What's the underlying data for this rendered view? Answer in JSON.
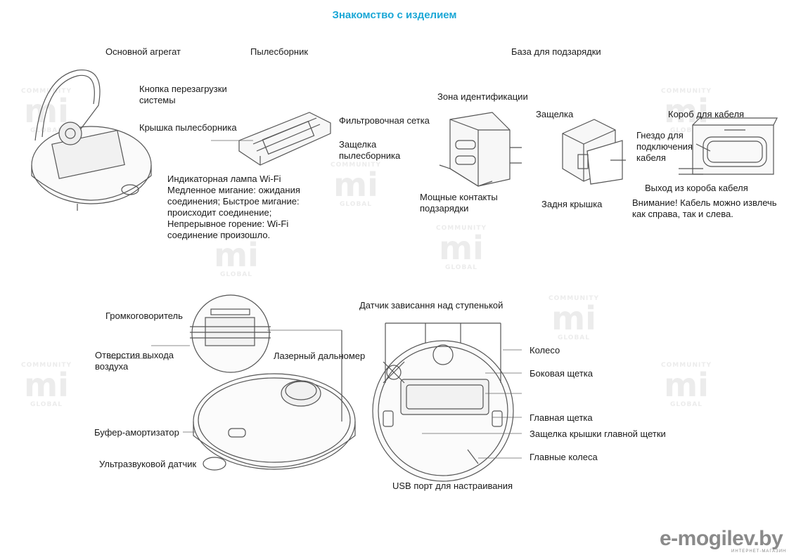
{
  "title": "Знакомство с изделием",
  "sections": {
    "main_unit": "Основной агрегат",
    "dustbin": "Пылесборник",
    "dock": "База для подзарядки"
  },
  "labels": {
    "reset_button": "Кнопка перезагрузки системы",
    "dustbin_cover": "Крышка пылесборника",
    "wifi_indicator": "Индикаторная лампа Wi-Fi Медленное мигание: ожидания соединения; Быстрое мигание: происходит соединение; Непрерывное горение: Wi-Fi соединение произошло.",
    "filter_mesh": "Фильтровочная сетка",
    "dustbin_latch": "Защелка пылесборника",
    "id_zone": "Зона идентификации",
    "latch": "Защелка",
    "cable_box": "Короб для кабеля",
    "socket": "Гнездо для подключения кабеля",
    "cable_exit": "Выход из короба кабеля",
    "charging_contacts": "Мощные контакты подзарядки",
    "rear_cover": "Задня крышка",
    "cable_warning": "Внимание! Кабель можно извлечь как справа, так и слева.",
    "speaker": "Громкоговоритель",
    "air_outlet": "Отверстия выхода воздуха",
    "laser": "Лазерный дальномер",
    "bumper": "Буфер-амортизатор",
    "ultrasonic": "Ультразвуковой датчик",
    "cliff_sensor": "Датчик зависання над ступенькой",
    "wheel": "Колесо",
    "side_brush": "Боковая щетка",
    "main_brush": "Главная щетка",
    "brush_latch": "Защелка крышки главной щетки",
    "main_wheels": "Главные колеса",
    "usb_port": "USB порт для настраивания"
  },
  "watermark": {
    "top": "COMMUNITY",
    "mark": "mi",
    "bottom": "GLOBAL"
  },
  "logo": {
    "main": "e-mogilev.by",
    "sub": "ИНТЕРНЕТ-МАГАЗИН"
  },
  "colors": {
    "title": "#1aa7d6",
    "line": "#555555"
  }
}
